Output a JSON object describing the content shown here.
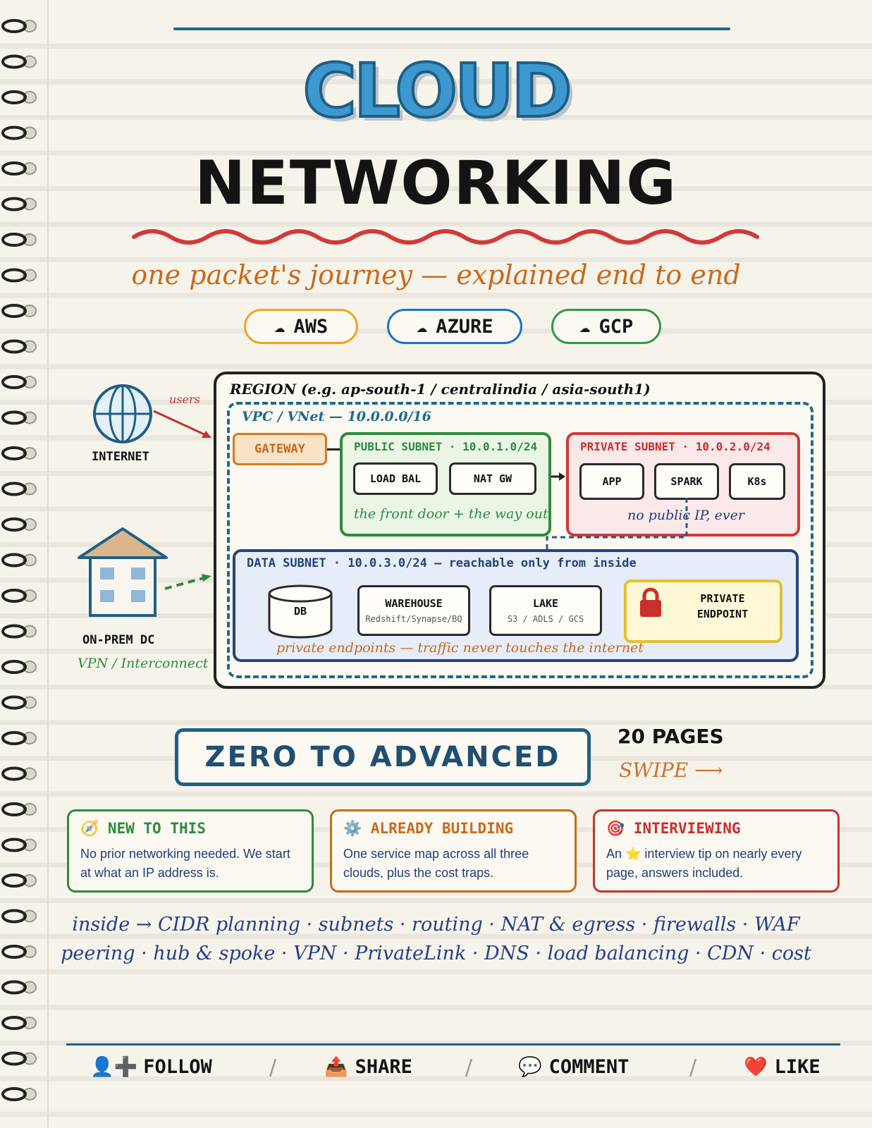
{
  "title_line1": "CLOUD",
  "title_line2": "NETWORKING",
  "subtitle": "one packet's journey — explained end to end",
  "providers": [
    {
      "label": "AWS",
      "icon": "cloud-icon",
      "color": "#f0a323"
    },
    {
      "label": "AZURE",
      "icon": "cloud-icon",
      "color": "#1e72c7"
    },
    {
      "label": "GCP",
      "icon": "cloud-icon",
      "color": "#2e9a4a"
    }
  ],
  "diagram": {
    "internet_label": "INTERNET",
    "users_label": "users",
    "onprem_label": "ON-PREM DC",
    "onprem_sub": "VPN / Interconnect",
    "region_label": "REGION (e.g. ap-south-1 / centralindia / asia-south1)",
    "vpc_label": "VPC / VNet — 10.0.0.0/16",
    "gateway_label": "GATEWAY",
    "public_subnet": {
      "title": "PUBLIC SUBNET · 10.0.1.0/24",
      "items": [
        "LOAD BAL",
        "NAT GW"
      ],
      "note": "the front door + the way out"
    },
    "private_subnet": {
      "title": "PRIVATE SUBNET · 10.0.2.0/24",
      "items": [
        "APP",
        "SPARK",
        "K8s"
      ],
      "note": "no public IP, ever"
    },
    "data_subnet": {
      "title": "DATA SUBNET · 10.0.3.0/24 — reachable only from inside",
      "db_label": "DB",
      "warehouse_label": "WAREHOUSE",
      "warehouse_sub": "Redshift/Synapse/BQ",
      "lake_label": "LAKE",
      "lake_sub": "S3 / ADLS / GCS",
      "endpoint_line1": "PRIVATE",
      "endpoint_line2": "ENDPOINT",
      "note": "private endpoints — traffic never touches the internet"
    }
  },
  "badge": "ZERO TO ADVANCED",
  "pages_label": "20 PAGES",
  "swipe_label": "SWIPE ⟶",
  "cards": [
    {
      "icon": "🧭",
      "title": "NEW TO THIS",
      "body": "No prior networking needed. We start at what an IP address is.",
      "color": "#2e8b3e"
    },
    {
      "icon": "⚙️",
      "title": "ALREADY BUILDING",
      "body": "One service map across all three clouds, plus the cost traps.",
      "color": "#c96a1c"
    },
    {
      "icon": "🎯",
      "title": "INTERVIEWING",
      "body": "An ⭐ interview tip on nearly every page, answers included.",
      "color": "#c9302c"
    }
  ],
  "topics_line1": "inside → CIDR planning · subnets · routing · NAT & egress · firewalls · WAF",
  "topics_line2": "peering · hub & spoke · VPN · PrivateLink · DNS · load balancing · CDN · cost",
  "actions": [
    {
      "icon": "👤➕",
      "label": "FOLLOW"
    },
    {
      "icon": "📤",
      "label": "SHARE"
    },
    {
      "icon": "💬",
      "label": "COMMENT"
    },
    {
      "icon": "❤️",
      "label": "LIKE"
    }
  ],
  "separator": "/"
}
